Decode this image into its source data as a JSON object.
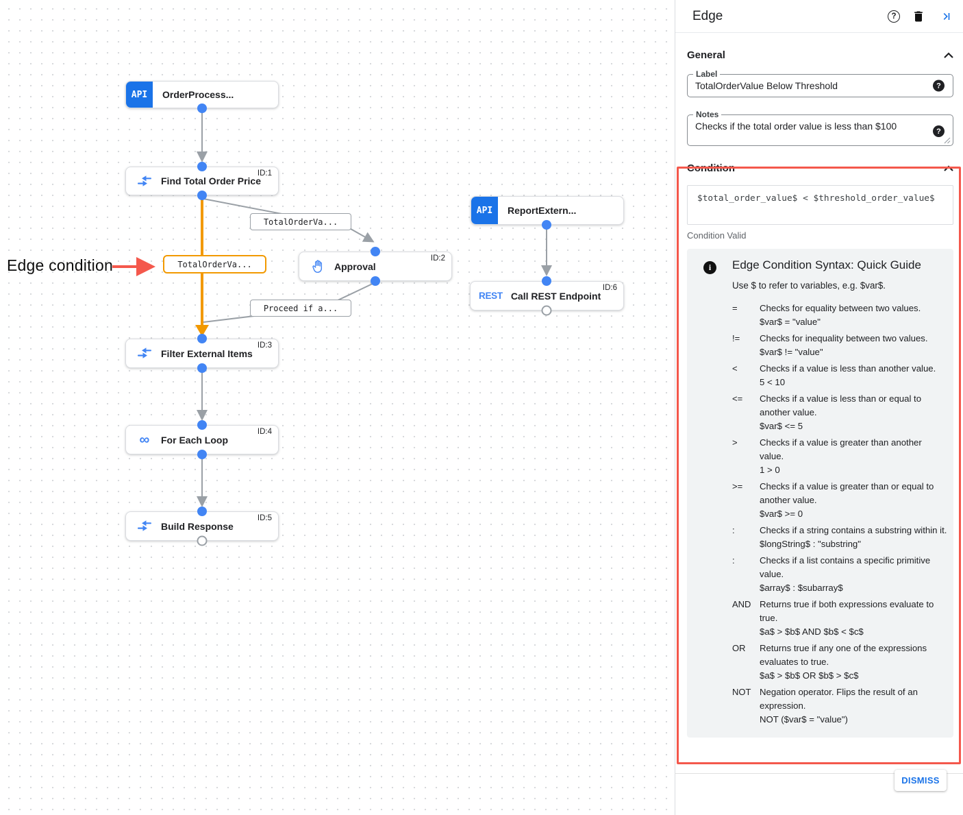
{
  "colors": {
    "accent_blue": "#1a73e8",
    "icon_blue": "#4285f4",
    "selected_edge_orange": "#f29900",
    "highlight_red": "#f4584c"
  },
  "icons": {
    "help_glyph": "?",
    "question_badge_glyph": "?",
    "info_glyph": "i",
    "infinity_glyph": "∞"
  },
  "canvas": {
    "annotation": {
      "text": "Edge condition"
    },
    "nodes": [
      {
        "label": "OrderProcess...",
        "badge": "API",
        "id": ""
      },
      {
        "label": "Find Total Order Price",
        "id": "ID:1"
      },
      {
        "label": "Approval",
        "id": "ID:2"
      },
      {
        "label": "ReportExtern...",
        "badge": "API",
        "id": ""
      },
      {
        "label": "Call REST Endpoint",
        "badge": "REST",
        "id": "ID:6"
      },
      {
        "label": "Filter External Items",
        "id": "ID:3"
      },
      {
        "label": "For Each Loop",
        "id": "ID:4"
      },
      {
        "label": "Build Response",
        "id": "ID:5"
      }
    ],
    "edge_labels": [
      {
        "text": "TotalOrderVa..."
      },
      {
        "text": "TotalOrderVa...",
        "selected": true
      },
      {
        "text": "Proceed if a..."
      }
    ]
  },
  "panel": {
    "title": "Edge",
    "general": {
      "title": "General",
      "label_field": {
        "label": "Label",
        "value": "TotalOrderValue Below Threshold"
      },
      "notes_field": {
        "label": "Notes",
        "value": "Checks if the total order value is less than $100"
      }
    },
    "condition": {
      "title": "Condition",
      "expression": "$total_order_value$ < $threshold_order_value$",
      "status": "Condition Valid",
      "guide": {
        "title": "Edge Condition Syntax: Quick Guide",
        "intro": "Use $ to refer to variables, e.g. $var$.",
        "rows": [
          {
            "op": "=",
            "desc": "Checks for equality between two values.",
            "example": "$var$ = \"value\""
          },
          {
            "op": "!=",
            "desc": "Checks for inequality between two values.",
            "example": "$var$ != \"value\""
          },
          {
            "op": "<",
            "desc": "Checks if a value is less than another value.",
            "example": "5 < 10"
          },
          {
            "op": "<=",
            "desc": "Checks if a value is less than or equal to another value.",
            "example": "$var$ <= 5"
          },
          {
            "op": ">",
            "desc": "Checks if a value is greater than another value.",
            "example": "1 > 0"
          },
          {
            "op": ">=",
            "desc": "Checks if a value is greater than or equal to another value.",
            "example": "$var$ >= 0"
          },
          {
            "op": ":",
            "desc": "Checks if a string contains a substring within it.",
            "example": "$longString$ : \"substring\""
          },
          {
            "op": ":",
            "desc": "Checks if a list contains a specific primitive value.",
            "example": "$array$ : $subarray$"
          },
          {
            "op": "AND",
            "desc": "Returns true if both expressions evaluate to true.",
            "example": "$a$ > $b$ AND $b$ < $c$"
          },
          {
            "op": "OR",
            "desc": "Returns true if any one of the expressions evaluates to true.",
            "example": "$a$ > $b$ OR $b$ > $c$"
          },
          {
            "op": "NOT",
            "desc": "Negation operator. Flips the result of an expression.",
            "example": "NOT ($var$ = \"value\")"
          }
        ]
      }
    },
    "dismiss_label": "DISMISS"
  }
}
